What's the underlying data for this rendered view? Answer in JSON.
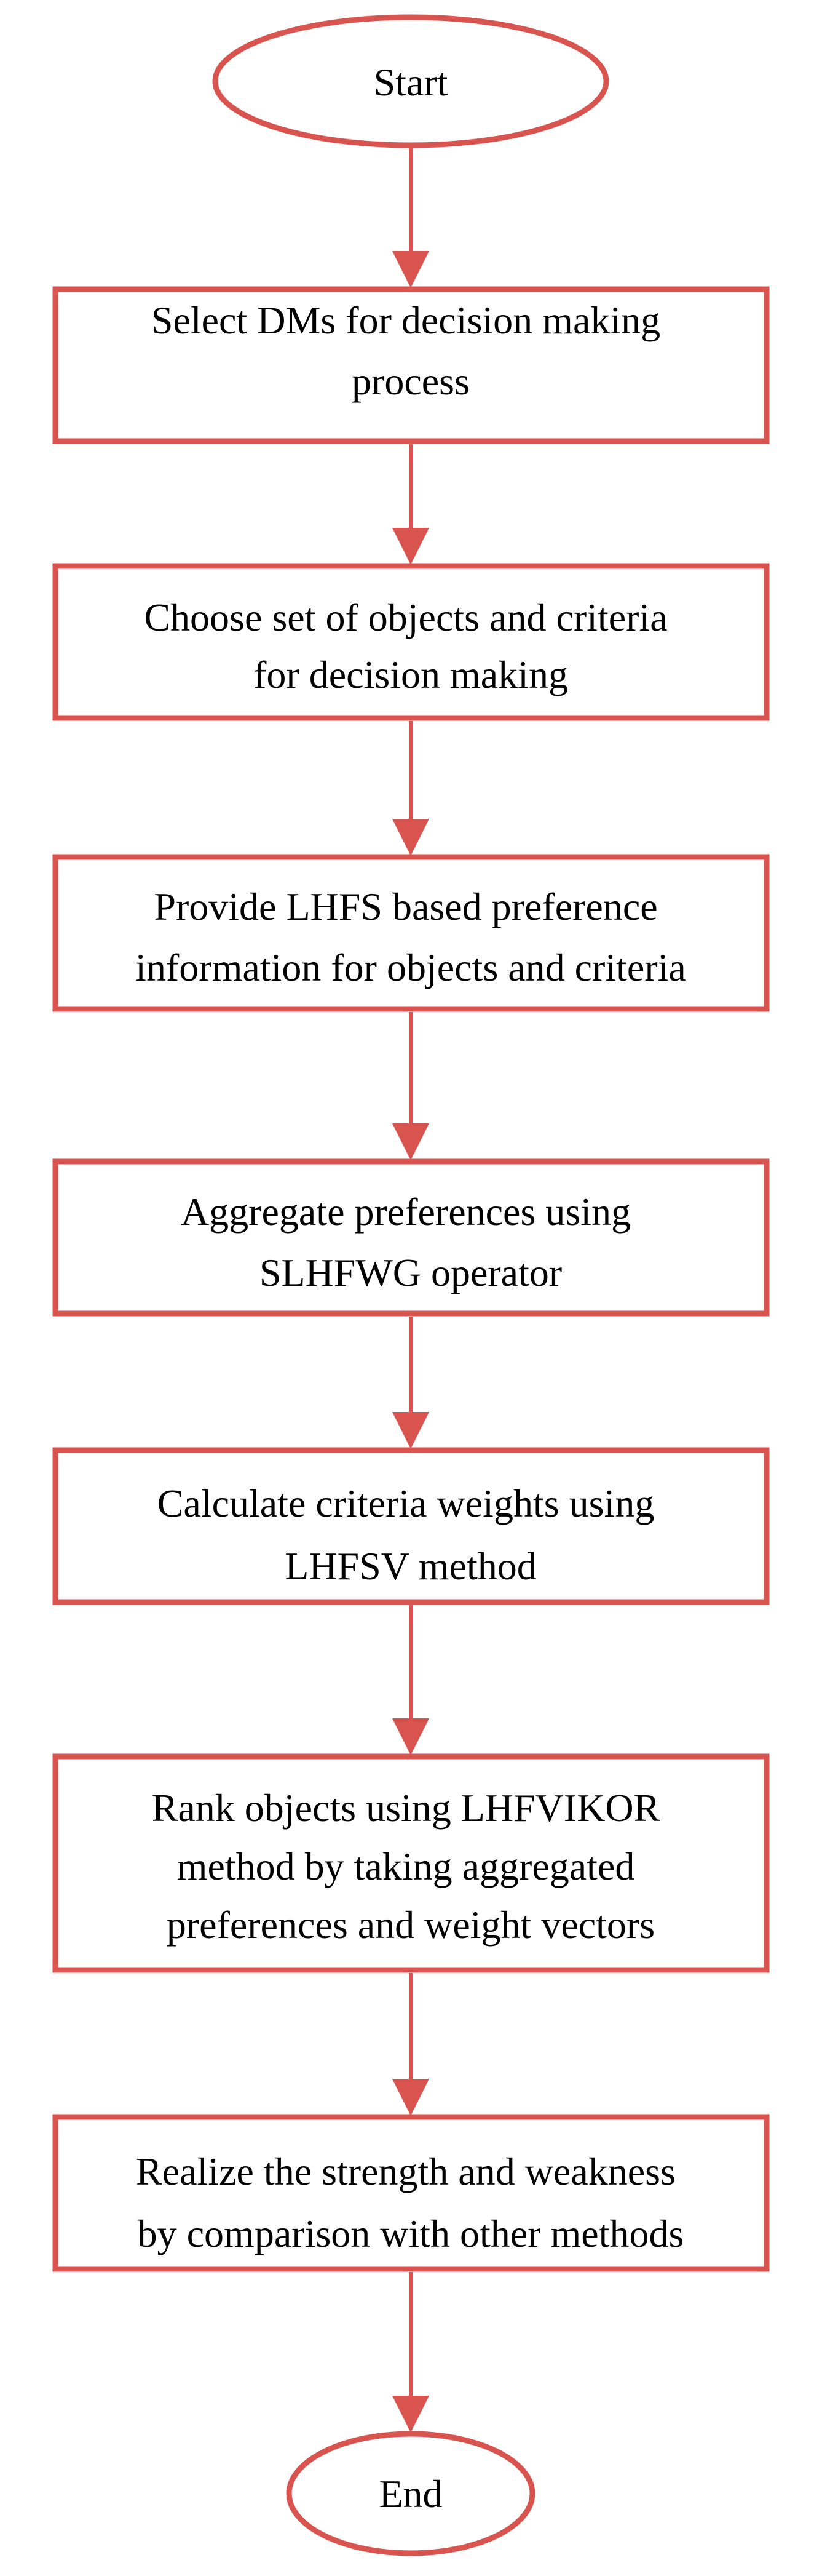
{
  "colors": {
    "border": "#d9534f",
    "arrow": "#d9534f",
    "text": "#000000",
    "fill": "#ffffff"
  },
  "flowchart": {
    "start": "Start",
    "steps": [
      {
        "lines": [
          "Select DMs for decision making",
          "process"
        ]
      },
      {
        "lines": [
          "Choose set of objects and criteria",
          "for decision making"
        ]
      },
      {
        "lines": [
          "Provide LHFS based preference",
          "information for objects and criteria"
        ]
      },
      {
        "lines": [
          "Aggregate preferences using",
          "SLHFWG operator"
        ]
      },
      {
        "lines": [
          "Calculate criteria weights using",
          "LHFSV method"
        ]
      },
      {
        "lines": [
          "Rank objects using LHFVIKOR",
          "method by taking aggregated",
          "preferences and weight vectors"
        ]
      },
      {
        "lines": [
          "Realize the strength and weakness",
          "by comparison with other methods"
        ]
      }
    ],
    "end": "End"
  }
}
